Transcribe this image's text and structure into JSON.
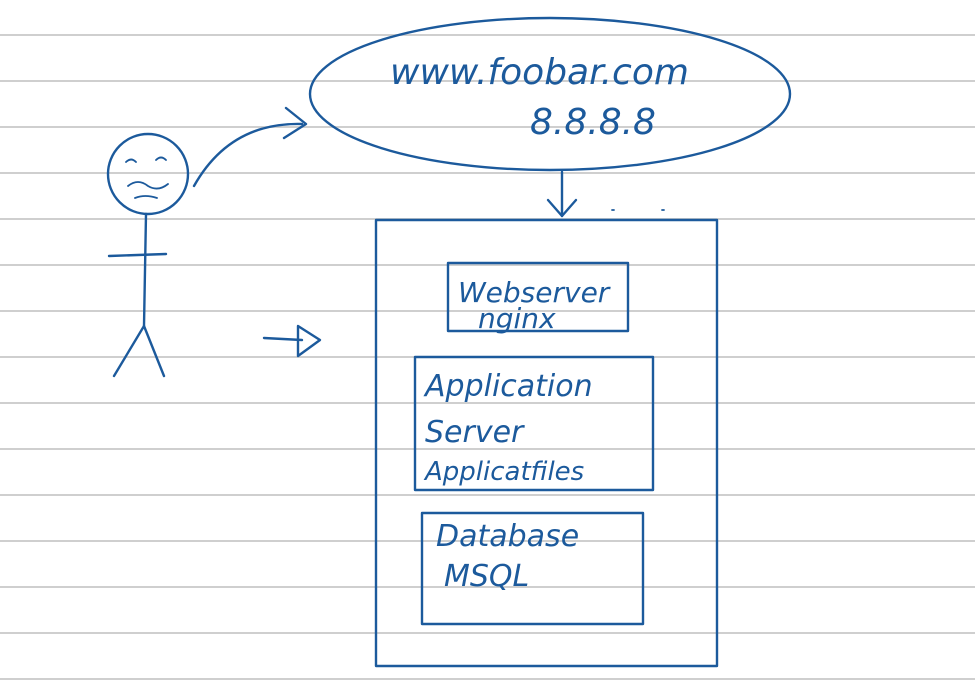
{
  "domain_name": "www.foobar.com",
  "ip_address": "8.8.8.8",
  "boxes": {
    "web_server": {
      "line1": "Webserver",
      "line2": "nginx"
    },
    "app_server": {
      "line1": "Application",
      "line2": "Server",
      "line3": "Applicatfiles"
    },
    "database": {
      "line1": "Database",
      "line2": "MSQL"
    }
  },
  "colors": {
    "ink": "#1c5a9c",
    "rule_line": "#cfcfcf",
    "paper": "#ffffff"
  }
}
